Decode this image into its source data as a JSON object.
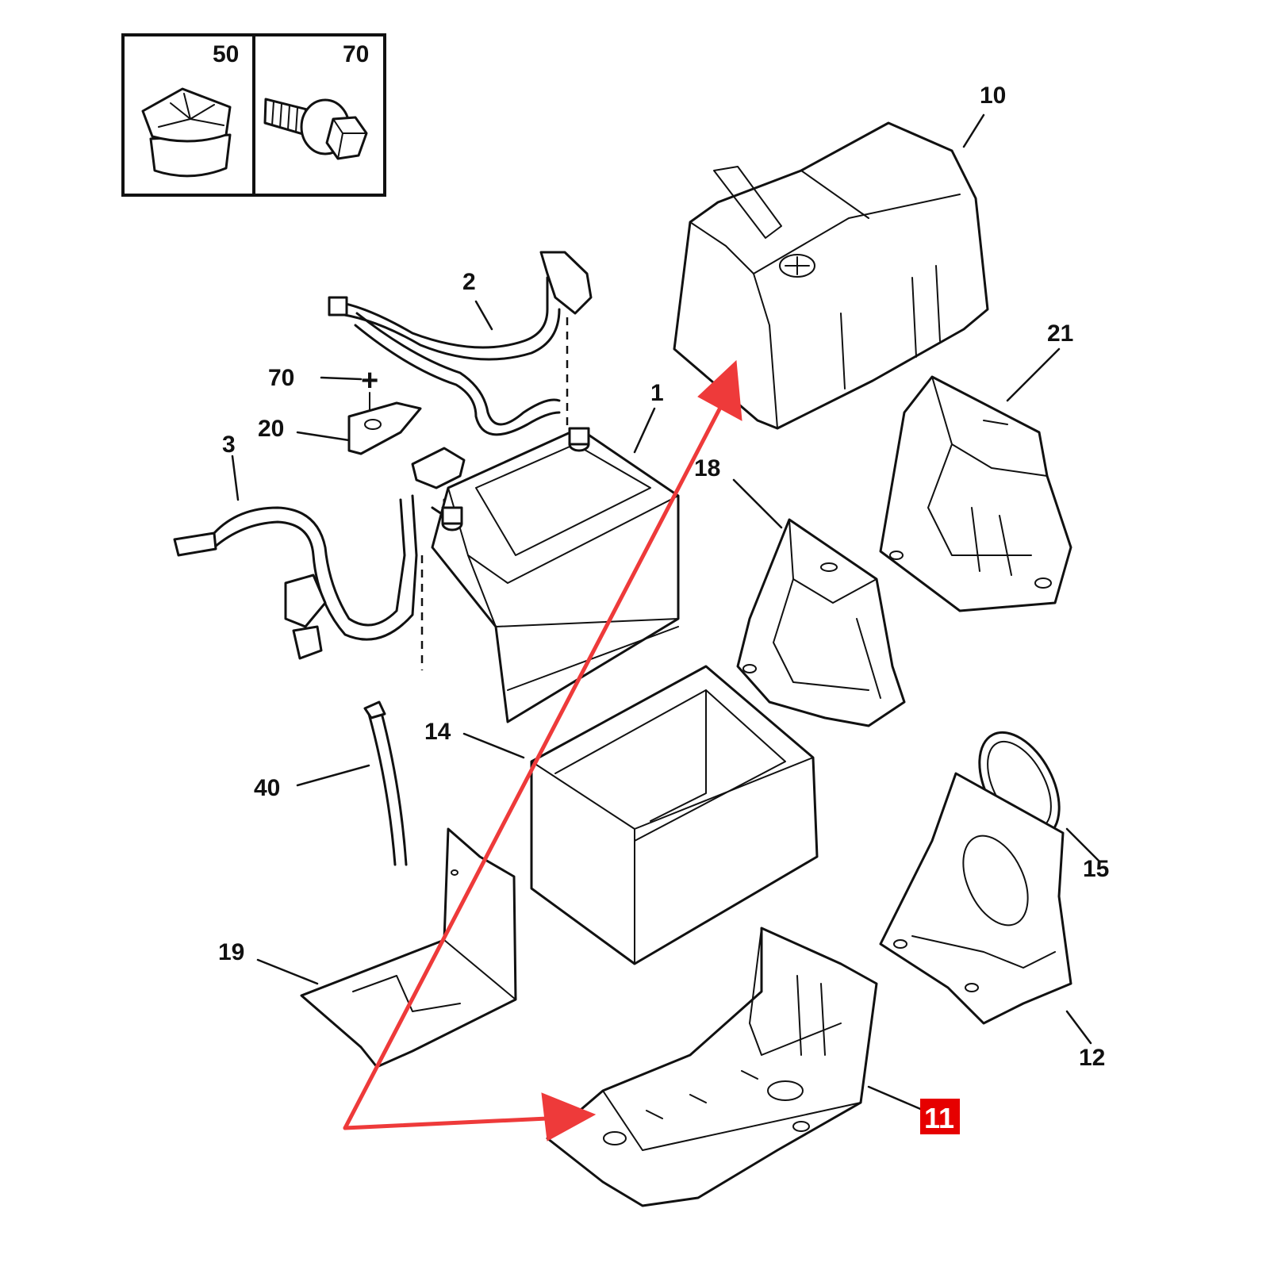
{
  "inset": {
    "cells": [
      {
        "label": "50",
        "icon": "clip-nut-icon"
      },
      {
        "label": "70",
        "icon": "bolt-icon"
      }
    ]
  },
  "callouts": {
    "p10": "10",
    "p2": "2",
    "p70": "70",
    "p1": "1",
    "p20": "20",
    "p3": "3",
    "p21": "21",
    "p18": "18",
    "p14": "14",
    "p40": "40",
    "p15": "15",
    "p19": "19",
    "p12": "12",
    "p11": "11"
  },
  "highlight": {
    "part": "11",
    "color": "#e60000"
  },
  "arrow_color": "#ee3a3a",
  "symbols": {
    "plus": "+"
  }
}
